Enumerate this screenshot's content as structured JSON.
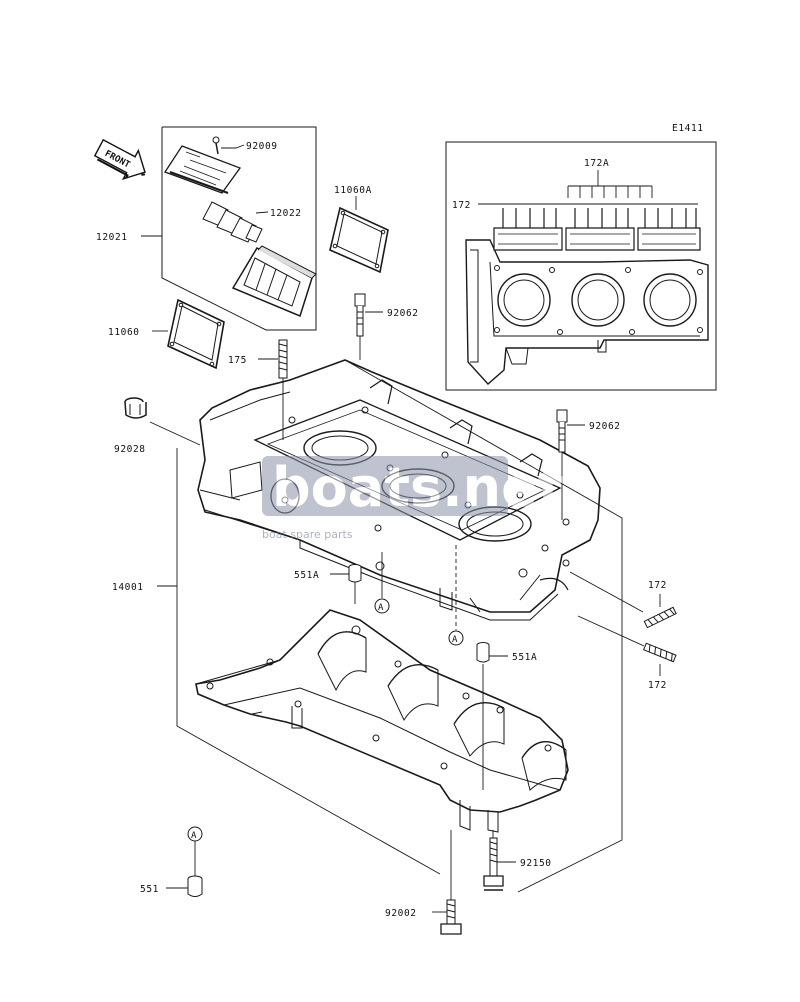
{
  "diagram": {
    "ref_code": "E1411",
    "front_label": "FRONT",
    "callout_letter": "A",
    "watermark": {
      "brand": "boats.net",
      "tagline": "boat spare parts"
    },
    "parts": {
      "p92009": "92009",
      "p12022": "12022",
      "p12021": "12021",
      "p11060A": "11060A",
      "p11060": "11060",
      "p92062_top": "92062",
      "p92062_right": "92062",
      "p175": "175",
      "p92028": "92028",
      "p14001": "14001",
      "p551A_left": "551A",
      "p551A_right": "551A",
      "p172_upper": "172",
      "p172_lower": "172",
      "p92150": "92150",
      "p92002": "92002",
      "p551": "551",
      "inset_172A": "172A",
      "inset_172": "172"
    }
  }
}
